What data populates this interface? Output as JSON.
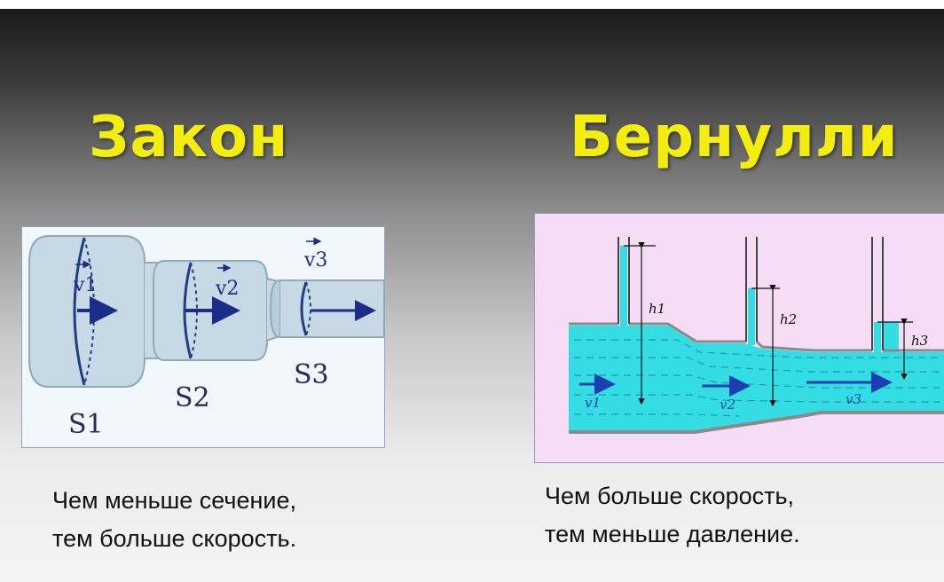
{
  "title": {
    "left": "Закон",
    "right": "Бернулли"
  },
  "left_figure": {
    "velocity_labels": [
      "v1",
      "v2",
      "v3"
    ],
    "section_labels": [
      "S1",
      "S2",
      "S3"
    ],
    "colors": {
      "pipe": "#c6d9e4",
      "pipe_edge": "#90a9b8",
      "arrow": "#1a2d8a",
      "ring": "#1f3e86"
    }
  },
  "right_figure": {
    "height_labels": [
      "h1",
      "h2",
      "h3"
    ],
    "velocity_labels": [
      "v1",
      "v2",
      "v3"
    ],
    "colors": {
      "water": "#34dde4",
      "wall": "#8a8a8a",
      "arrow": "#1b3fb0",
      "background": "#f6ddf6"
    }
  },
  "captions": {
    "left": [
      "Чем меньше сечение,",
      "тем больше скорость."
    ],
    "right": [
      "Чем больше скорость,",
      "тем меньше давление."
    ]
  }
}
